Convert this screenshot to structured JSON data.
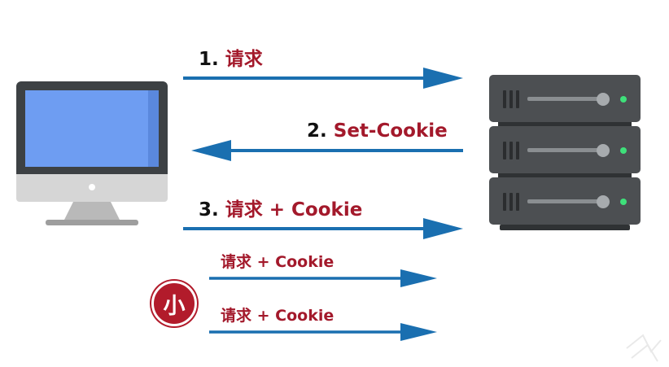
{
  "colors": {
    "arrow": "#1a6fb0",
    "label_red": "#a3192b",
    "label_black": "#111111",
    "badge": "#b21b2b",
    "server_body": "#4c4f52",
    "server_green": "#3ee07a",
    "screen_blue": "#6e9df2"
  },
  "icons": {
    "client": "desktop-computer-icon",
    "server": "server-rack-icon"
  },
  "steps": [
    {
      "num": "1.",
      "text": "请求"
    },
    {
      "num": "2.",
      "text": "Set-Cookie"
    },
    {
      "num": "3.",
      "text": "请求 + Cookie"
    },
    {
      "num": "",
      "text": "请求 + Cookie"
    },
    {
      "num": "",
      "text": "请求 + Cookie"
    }
  ],
  "badge": {
    "text": "小"
  }
}
